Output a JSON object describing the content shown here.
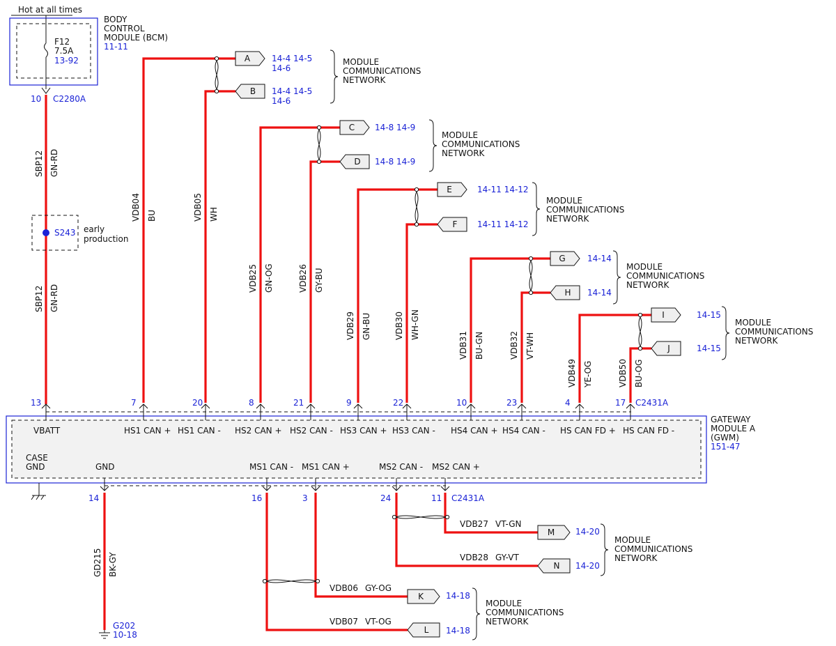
{
  "top": {
    "hot_label": "Hot at all times",
    "bcm_name": [
      "BODY",
      "CONTROL",
      "MODULE (BCM)"
    ],
    "bcm_ref": "11-11",
    "fuse_name": "F12",
    "fuse_amp": "7.5A",
    "fuse_ref": "13-92",
    "bcm_pin": "10",
    "bcm_connector": "C2280A",
    "splice": "S243",
    "splice_note": [
      "early",
      "production"
    ]
  },
  "supply_wires": [
    {
      "circuit": "SBP12",
      "color": "GN-RD"
    },
    {
      "circuit": "SBP12",
      "color": "GN-RD"
    }
  ],
  "gwm": {
    "name": [
      "GATEWAY",
      "MODULE A",
      "(GWM)"
    ],
    "ref": "151-47",
    "top_connector": "C2431A",
    "bottom_connector": "C2431A",
    "vbatt_label": "VBATT",
    "vbatt_pin": "13",
    "case_gnd": [
      "CASE",
      "GND"
    ],
    "gnd_label": "GND",
    "gnd_pin": "14"
  },
  "top_pins": [
    {
      "pin": "7",
      "label": "HS1 CAN +",
      "circuit": "VDB04",
      "color": "BU"
    },
    {
      "pin": "20",
      "label": "HS1 CAN -",
      "circuit": "VDB05",
      "color": "WH"
    },
    {
      "pin": "8",
      "label": "HS2 CAN +",
      "circuit": "VDB25",
      "color": "GN-OG"
    },
    {
      "pin": "21",
      "label": "HS2 CAN -",
      "circuit": "VDB26",
      "color": "GY-BU"
    },
    {
      "pin": "9",
      "label": "HS3 CAN +",
      "circuit": "VDB29",
      "color": "GN-BU"
    },
    {
      "pin": "22",
      "label": "HS3 CAN -",
      "circuit": "VDB30",
      "color": "WH-GN"
    },
    {
      "pin": "10",
      "label": "HS4 CAN +",
      "circuit": "VDB31",
      "color": "BU-GN"
    },
    {
      "pin": "23",
      "label": "HS4 CAN -",
      "circuit": "VDB32",
      "color": "VT-WH"
    },
    {
      "pin": "4",
      "label": "HS CAN FD +",
      "circuit": "VDB49",
      "color": "YE-OG"
    },
    {
      "pin": "17",
      "label": "HS CAN FD -",
      "circuit": "VDB50",
      "color": "BU-OG"
    }
  ],
  "bottom_pins": [
    {
      "pin": "16",
      "label": "MS1 CAN -",
      "circuit": "VDB07",
      "color": "VT-OG"
    },
    {
      "pin": "3",
      "label": "MS1 CAN +",
      "circuit": "VDB06",
      "color": "GY-OG"
    },
    {
      "pin": "24",
      "label": "MS2 CAN -",
      "circuit": "VDB28",
      "color": "GY-VT"
    },
    {
      "pin": "11",
      "label": "MS2 CAN +",
      "circuit": "VDB27",
      "color": "VT-GN"
    }
  ],
  "ground": {
    "circuit": "GD215",
    "color": "BK-GY",
    "point": "G202",
    "ref": "10-18"
  },
  "network_label": [
    "MODULE",
    "COMMUNICATIONS",
    "NETWORK"
  ],
  "flags": [
    {
      "id": "A",
      "refs": "14-4   14-5",
      "refs2": "14-6"
    },
    {
      "id": "B",
      "refs": "14-4   14-5",
      "refs2": "14-6"
    },
    {
      "id": "C",
      "refs": "14-8   14-9",
      "refs2": ""
    },
    {
      "id": "D",
      "refs": "14-8   14-9",
      "refs2": ""
    },
    {
      "id": "E",
      "refs": "14-11  14-12",
      "refs2": ""
    },
    {
      "id": "F",
      "refs": "14-11  14-12",
      "refs2": ""
    },
    {
      "id": "G",
      "refs": "14-14",
      "refs2": ""
    },
    {
      "id": "H",
      "refs": "14-14",
      "refs2": ""
    },
    {
      "id": "I",
      "refs": "14-15",
      "refs2": ""
    },
    {
      "id": "J",
      "refs": "14-15",
      "refs2": ""
    },
    {
      "id": "M",
      "refs": "14-20",
      "refs2": ""
    },
    {
      "id": "N",
      "refs": "14-20",
      "refs2": ""
    },
    {
      "id": "K",
      "refs": "14-18",
      "refs2": ""
    },
    {
      "id": "L",
      "refs": "14-18",
      "refs2": ""
    }
  ]
}
